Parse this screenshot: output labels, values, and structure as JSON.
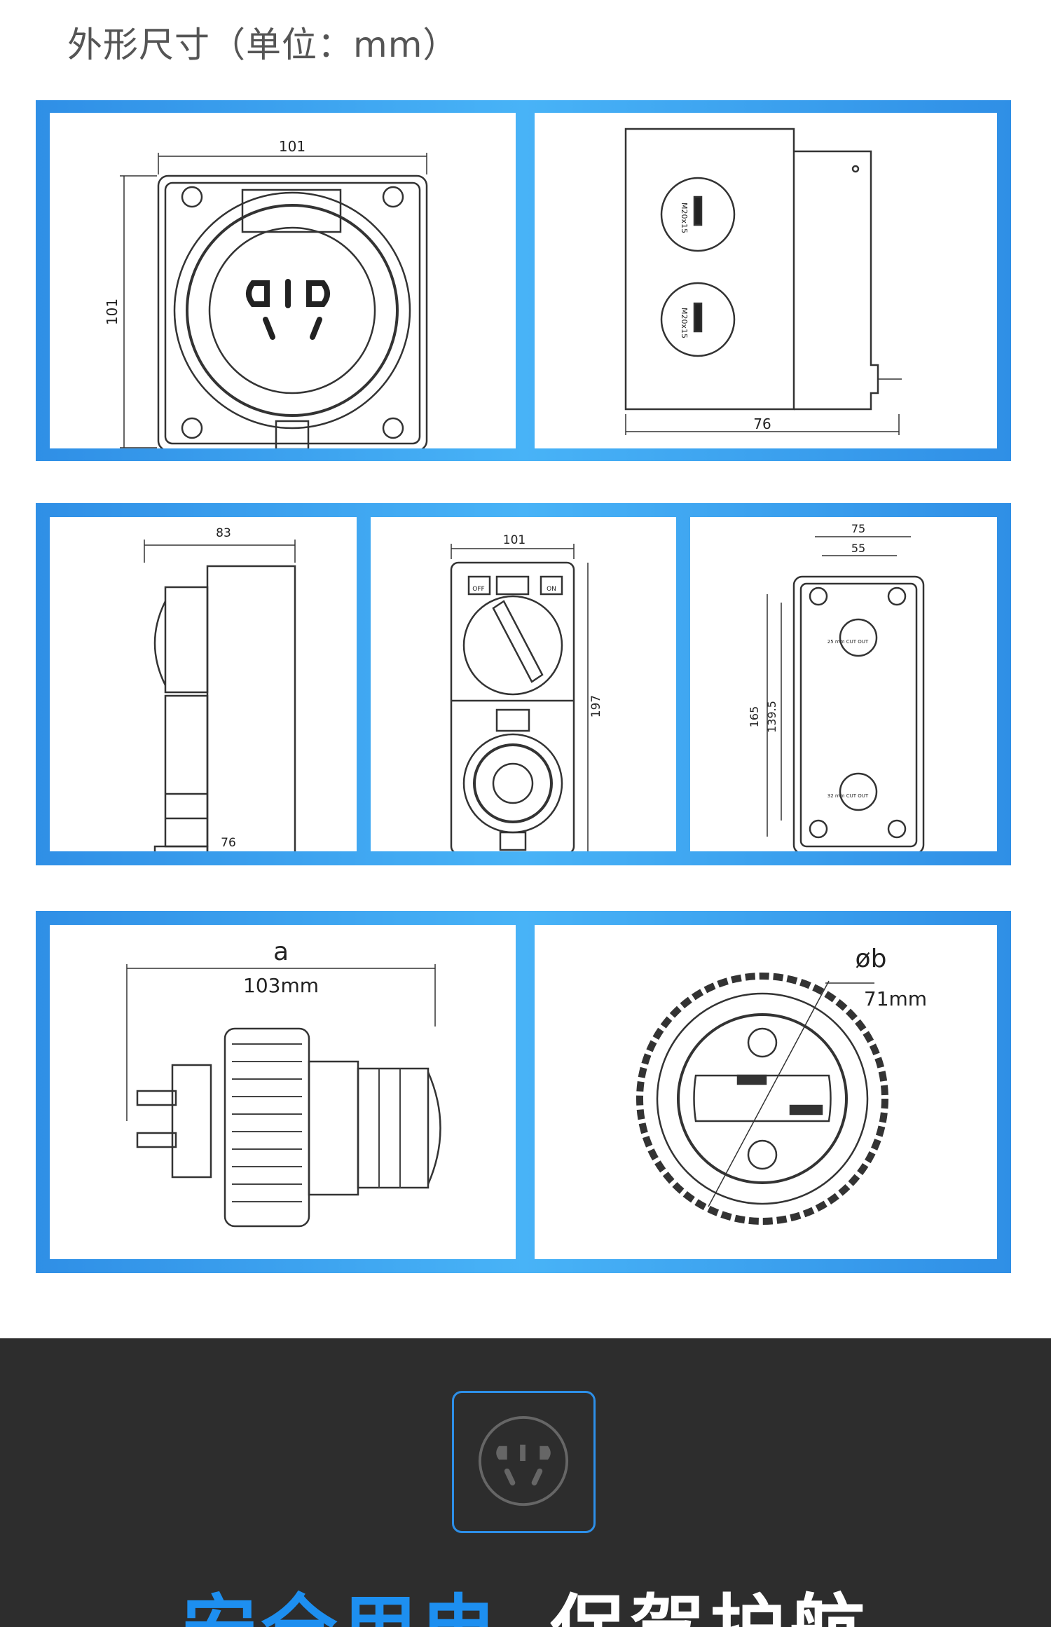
{
  "header": {
    "title": "外形尺寸（单位：mm）"
  },
  "drawings": {
    "socket_front": {
      "width": "101",
      "height": "101"
    },
    "socket_side": {
      "depth": "76",
      "gland_label_1": "M20x15",
      "gland_label_2": "M20x15"
    },
    "combo_side": {
      "top": "83",
      "bottom": "76"
    },
    "combo_front": {
      "width": "101",
      "height": "197",
      "off_label": "OFF",
      "on_label": "ON"
    },
    "combo_back": {
      "outer_width": "75",
      "inner_width": "55",
      "outer_height": "165",
      "inner_height": "139.5",
      "knock_1": "25 mm CUT OUT",
      "knock_2": "32 mm CUT OUT"
    },
    "plug_side": {
      "label": "a",
      "length": "103mm"
    },
    "plug_front": {
      "label": "øb",
      "diameter": "71mm"
    }
  },
  "footer": {
    "slogan_blue": "安全用电",
    "slogan_white": "保驾护航"
  },
  "colors": {
    "accent": "#2d8fe8",
    "dark_bg": "#2d2d2d"
  }
}
